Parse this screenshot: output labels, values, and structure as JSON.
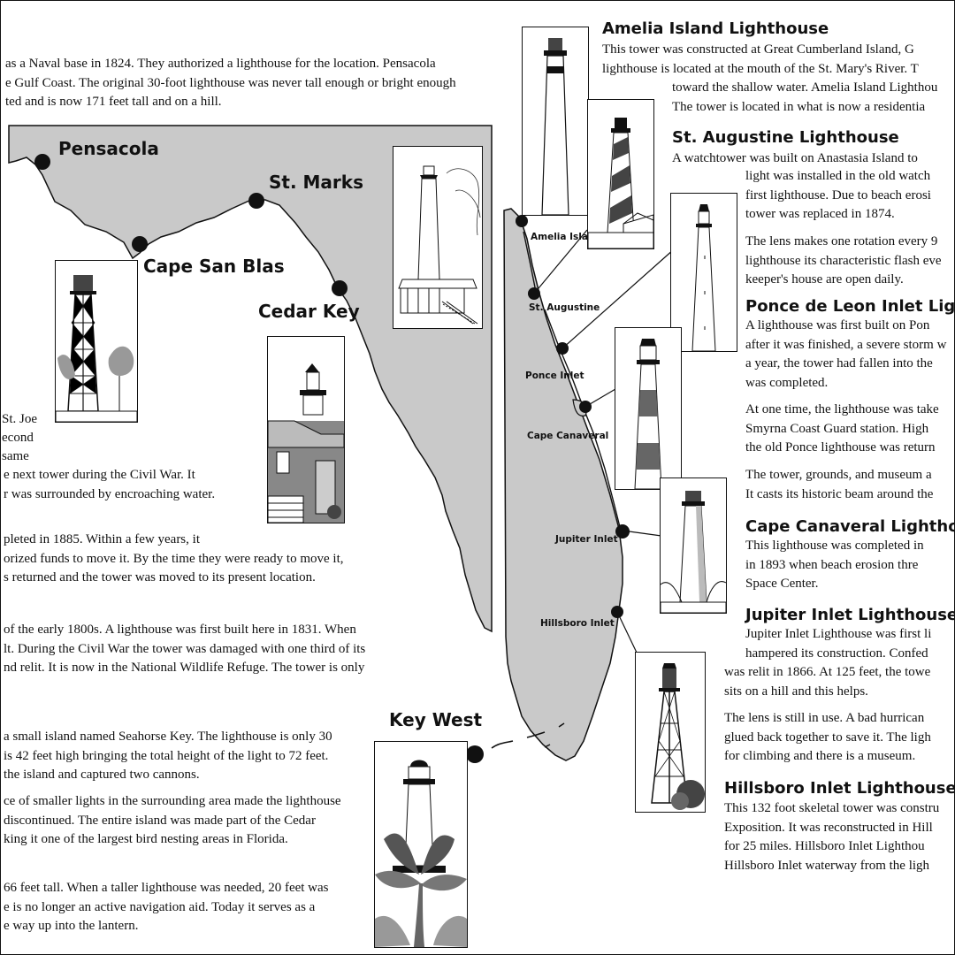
{
  "map_labels": {
    "pensacola": "Pensacola",
    "st_marks": "St. Marks",
    "cape_san_blas": "Cape San Blas",
    "cedar_key": "Cedar Key",
    "key_west": "Key West",
    "amelia_island": "Amelia Island",
    "st_augustine": "St. Augustine",
    "ponce_inlet": "Ponce Inlet",
    "cape_canaveral": "Cape Canaveral",
    "jupiter_inlet": "Jupiter Inlet",
    "hillsboro_inlet": "Hillsboro Inlet"
  },
  "left_text": {
    "pensacola": [
      "as a Naval base in 1824. They authorized a lighthouse for the location. Pensacola",
      "e Gulf Coast. The original 30-foot lighthouse was never tall enough or bright enough",
      "ted and is now 171 feet tall and on a hill."
    ],
    "san_blas_1": [
      "St. Joe",
      "econd",
      "same"
    ],
    "san_blas_2": [
      "e next tower during the Civil War. It",
      "r was surrounded by encroaching water."
    ],
    "san_blas_3": [
      "pleted in 1885. Within a few years, it",
      "orized funds to move it. By the time they were ready to move it,",
      "s returned and the tower was moved to its present location."
    ],
    "st_marks": [
      "of the early 1800s. A lighthouse was first built here in 1831. When",
      "lt. During the Civil War the tower was damaged with one third of its",
      "nd relit. It is now in the National Wildlife Refuge. The tower is only"
    ],
    "cedar_key_1": [
      "a small island named Seahorse Key. The lighthouse is only 30",
      "is 42 feet high bringing the total height of the light to 72 feet.",
      "the island and captured two cannons."
    ],
    "cedar_key_2": [
      "ce of smaller lights in the surrounding area made the lighthouse",
      "discontinued. The entire island was made part of the Cedar",
      "king it one of the largest bird nesting areas in Florida."
    ],
    "key_west": [
      "66 feet tall. When a taller lighthouse was needed, 20 feet was",
      "e is no longer an active navigation aid. Today it serves as a",
      "e way up into the lantern."
    ]
  },
  "right_text": {
    "amelia": {
      "heading": "Amelia Island Lighthouse",
      "lines": [
        "This tower was constructed at Great Cumberland Island, G",
        "lighthouse is located at the mouth of the St. Mary's River. T",
        "toward the shallow water. Amelia Island Lighthou",
        "The tower is located in what is now a residentia"
      ]
    },
    "st_augustine": {
      "heading": "St. Augustine Lighthouse",
      "lines": [
        "A watchtower was built on Anastasia Island to",
        "light was installed in the old watch",
        "first lighthouse. Due to beach erosi",
        "tower was replaced in 1874."
      ],
      "lines2": [
        "The lens makes one rotation every 9",
        "lighthouse its characteristic flash eve",
        "keeper's house are open daily."
      ]
    },
    "ponce": {
      "heading": "Ponce de Leon Inlet Light",
      "lines": [
        "A lighthouse was first built on Pon",
        "after it was finished, a severe storm w",
        "a year, the tower had fallen into the",
        "was completed."
      ],
      "lines2": [
        "At one time, the lighthouse was take",
        "Smyrna Coast Guard station. High",
        "the old Ponce lighthouse was return"
      ],
      "lines3": [
        "The tower, grounds, and museum a",
        "It casts its historic beam around the"
      ]
    },
    "canaveral": {
      "heading": "Cape Canaveral Lighthou",
      "lines": [
        "This lighthouse was completed in",
        "in 1893 when beach erosion thre",
        "Space Center."
      ]
    },
    "jupiter": {
      "heading": "Jupiter Inlet Lighthouse",
      "lines": [
        "Jupiter Inlet Lighthouse was first li",
        "hampered its construction. Confed"
      ],
      "lines_b": [
        "was relit in 1866. At 125 feet, the towe",
        "sits on a hill and this helps."
      ],
      "lines2": [
        "The lens is still in use. A bad hurrican",
        "glued back together to save it. The ligh",
        "for climbing and there is a museum."
      ]
    },
    "hillsboro": {
      "heading": "Hillsboro Inlet Lighthouse",
      "lines": [
        "This 132 foot skeletal tower was constru",
        "Exposition. It was reconstructed in Hill",
        "for 25 miles. Hillsboro Inlet Lighthou",
        "Hillsboro Inlet waterway from the ligh"
      ]
    }
  },
  "colors": {
    "land": "#c9c9c9",
    "ink": "#111111",
    "stripe": "#444444",
    "paper": "#ffffff"
  }
}
